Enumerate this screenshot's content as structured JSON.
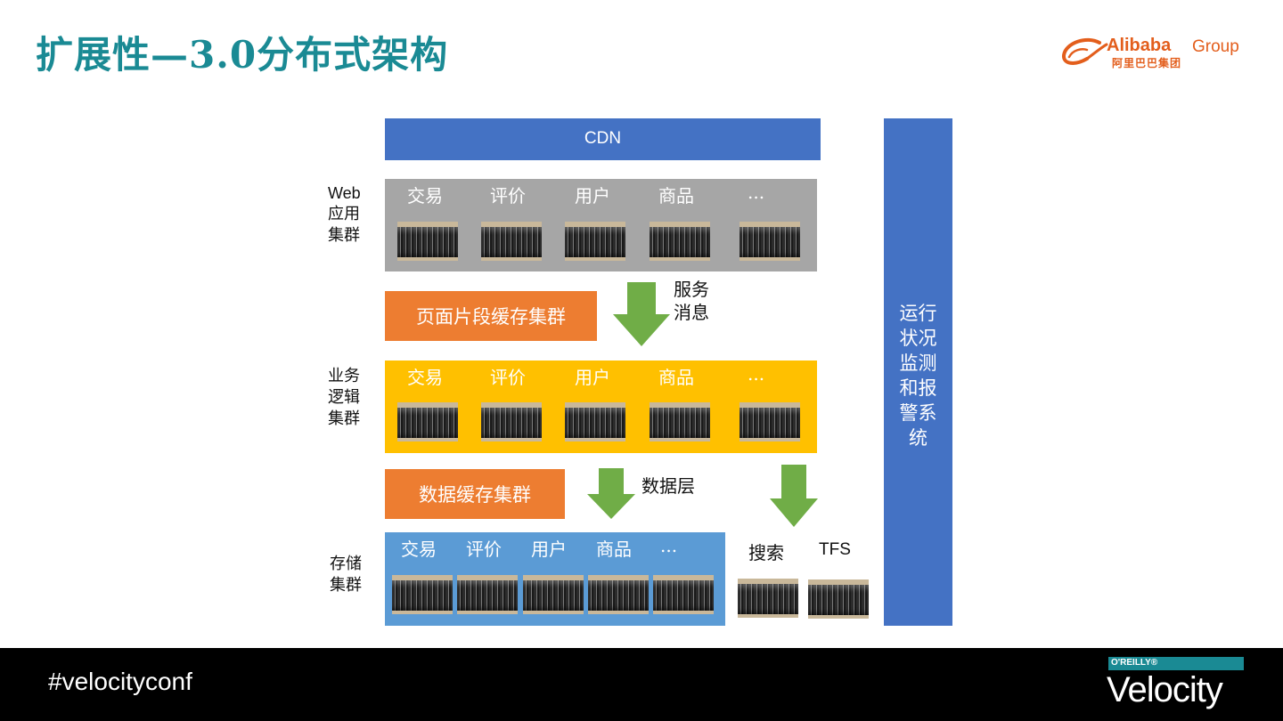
{
  "title": "扩展性—3.0分布式架构",
  "logo": {
    "brand": "Alibaba",
    "group": "Group",
    "chinese": "阿里巴巴集团"
  },
  "diagram": {
    "cdn": "CDN",
    "web_cluster": {
      "label_lines": [
        "Web",
        "应用",
        "集群"
      ],
      "modules": [
        "交易",
        "评价",
        "用户",
        "商品",
        "..."
      ]
    },
    "page_cache": "页面片段缓存集群",
    "service_message": [
      "服务",
      "消息"
    ],
    "biz_cluster": {
      "label_lines": [
        "业务",
        "逻辑",
        "集群"
      ],
      "modules": [
        "交易",
        "评价",
        "用户",
        "商品",
        "..."
      ]
    },
    "data_cache": "数据缓存集群",
    "data_layer": "数据层",
    "storage_cluster": {
      "label_lines": [
        "存储",
        "集群"
      ],
      "modules": [
        "交易",
        "评价",
        "用户",
        "商品",
        "..."
      ]
    },
    "search": "搜索",
    "tfs": "TFS",
    "monitor_lines": [
      "运行",
      "状况",
      "监测",
      "和报",
      "警系",
      "统"
    ]
  },
  "colors": {
    "cdn": "#4472c4",
    "web_cluster": "#a6a6a6",
    "biz_cluster": "#ffc000",
    "storage_cluster": "#5b9bd5",
    "cache": "#ed7d31",
    "arrow": "#70ad47",
    "monitor": "#4472c4",
    "title": "#1a8a94"
  },
  "footer": {
    "hashtag": "#velocityconf",
    "publisher": "O'REILLY®",
    "brand": "Velocity"
  }
}
